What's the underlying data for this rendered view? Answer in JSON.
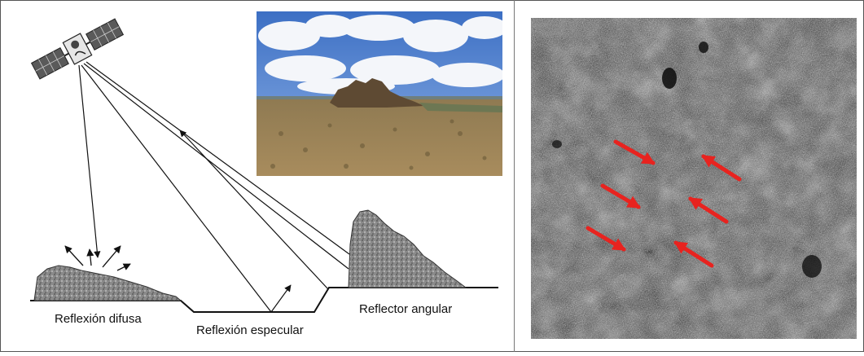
{
  "labels": {
    "diffuse": "Reflexión difusa",
    "specular": "Reflexión especular",
    "corner": "Reflector angular"
  },
  "icons": {
    "satellite": "satellite-icon",
    "arrows": "red-arrow-icon"
  },
  "colors": {
    "arrow": "#e8231f",
    "line": "#111111",
    "rock": "#7a7a7a"
  }
}
